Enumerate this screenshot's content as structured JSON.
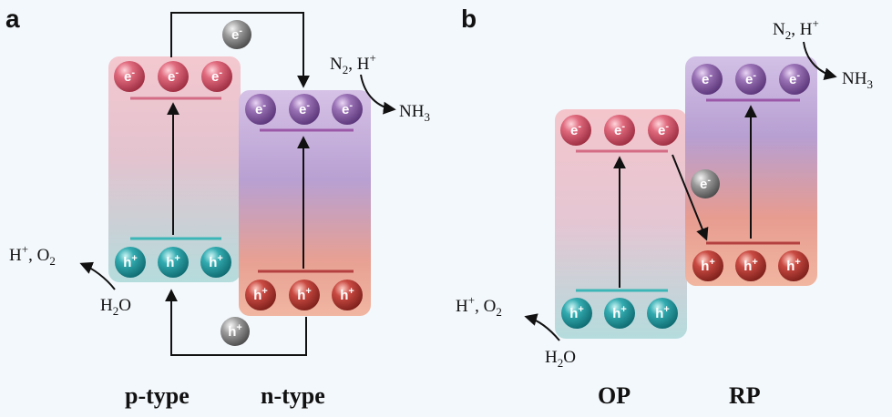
{
  "panel_a": {
    "letter": "a",
    "left_label": "p-type",
    "right_label": "n-type",
    "mid_carrier_top": "e",
    "mid_carrier_bottom": "h",
    "product_reactants": "N2, H+",
    "product": "NH3",
    "oxidation_product": "H+, O2",
    "oxidation_reactant": "H2O"
  },
  "panel_b": {
    "letter": "b",
    "left_label": "OP",
    "right_label": "RP",
    "mid_carrier": "e",
    "product_reactants": "N2, H+",
    "product": "NH3",
    "oxidation_product": "H+, O2",
    "oxidation_reactant": "H2O"
  },
  "particles": {
    "electron": "e",
    "hole": "h",
    "electron_sign": "-",
    "hole_sign": "+"
  },
  "colors": {
    "electron_pink": "#d9546a",
    "electron_purple": "#8e62a8",
    "hole_teal": "#2aa6aa",
    "hole_red": "#c2453e",
    "carrier_gray": "#8a8a8a"
  }
}
